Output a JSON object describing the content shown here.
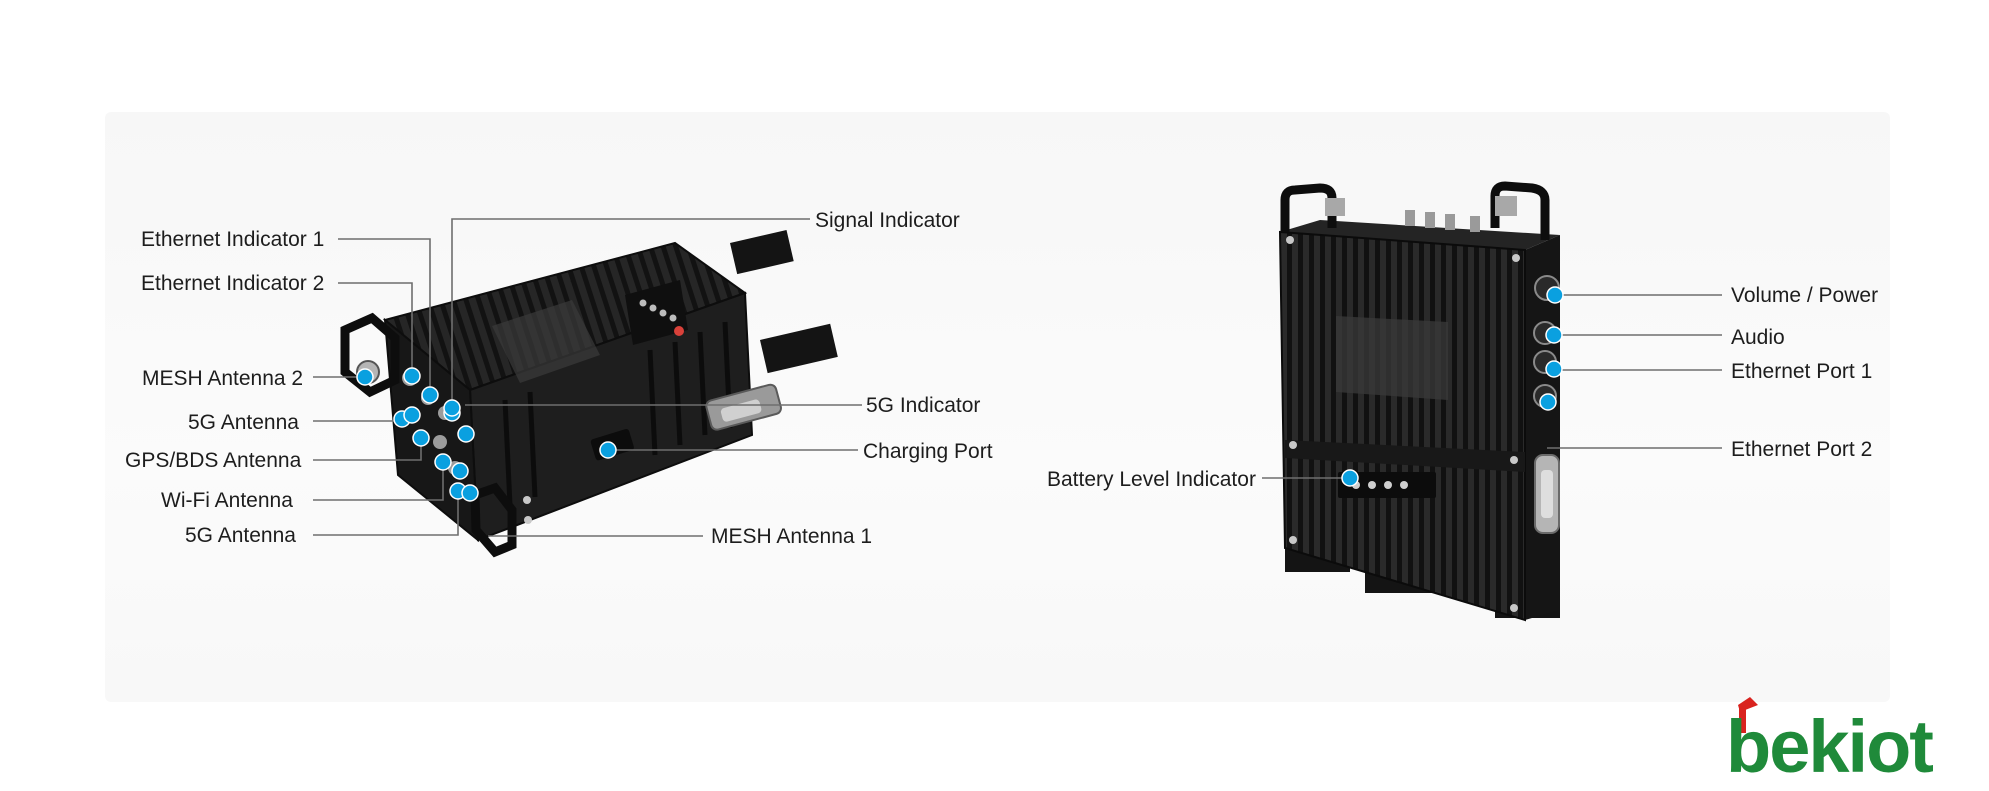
{
  "colors": {
    "marker": "#0aa0e0",
    "device_body": "#1c1c1c",
    "logo_green": "#1f8a3a",
    "logo_red": "#d9231f"
  },
  "logo": {
    "text": "bekiot"
  },
  "left_device": {
    "callouts": [
      {
        "id": "ethernet-indicator-1",
        "label": "Ethernet Indicator 1"
      },
      {
        "id": "ethernet-indicator-2",
        "label": "Ethernet Indicator 2"
      },
      {
        "id": "mesh-antenna-2",
        "label": "MESH Antenna 2"
      },
      {
        "id": "5g-antenna-upper",
        "label": "5G Antenna"
      },
      {
        "id": "gps-bds-antenna",
        "label": "GPS/BDS Antenna"
      },
      {
        "id": "wifi-antenna",
        "label": "Wi-Fi Antenna"
      },
      {
        "id": "5g-antenna-lower",
        "label": "5G Antenna"
      },
      {
        "id": "signal-indicator",
        "label": "Signal Indicator"
      },
      {
        "id": "5g-indicator",
        "label": "5G Indicator"
      },
      {
        "id": "charging-port",
        "label": "Charging Port"
      },
      {
        "id": "mesh-antenna-1",
        "label": "MESH Antenna 1"
      }
    ]
  },
  "right_device": {
    "callouts": [
      {
        "id": "volume-power",
        "label": "Volume / Power"
      },
      {
        "id": "audio",
        "label": "Audio"
      },
      {
        "id": "ethernet-port-1",
        "label": "Ethernet Port 1"
      },
      {
        "id": "ethernet-port-2",
        "label": "Ethernet Port 2"
      },
      {
        "id": "battery-level-indicator",
        "label": "Battery Level Indicator"
      }
    ]
  }
}
